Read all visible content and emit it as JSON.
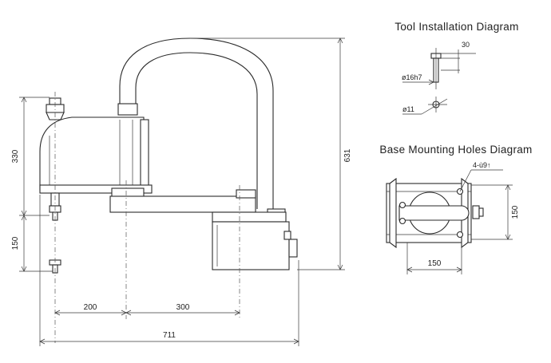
{
  "titles": {
    "tool": "Tool Installation Diagram",
    "base": "Base Mounting Holes Diagram"
  },
  "main_dims": {
    "height_upper": "330",
    "height_lower": "150",
    "total_height": "631",
    "arm1": "200",
    "arm2": "300",
    "total_width": "711"
  },
  "tool_dims": {
    "flange_len": "30",
    "shaft_dia": "ø16h7",
    "hole_dia": "ø11"
  },
  "base_dims": {
    "holes": "4-ù9↑",
    "width": "150",
    "depth": "150"
  }
}
